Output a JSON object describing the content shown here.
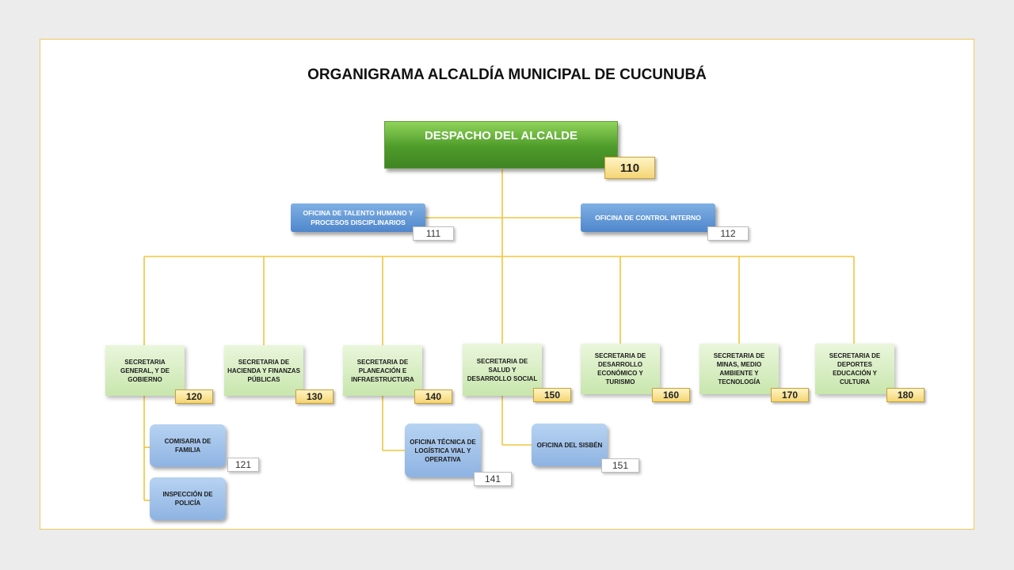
{
  "title": "ORGANIGRAMA ALCALDÍA MUNICIPAL DE CUCUNUBÁ",
  "root": {
    "label": "DESPACHO DEL  ALCALDE",
    "code": "110"
  },
  "offices": [
    {
      "label": "OFICINA DE TALENTO HUMANO Y PROCESOS DISCIPLINARIOS",
      "code": "111"
    },
    {
      "label": "OFICINA DE CONTROL INTERNO",
      "code": "112"
    }
  ],
  "secretarias": [
    {
      "label": "SECRETARIA GENERAL, Y DE GOBIERNO",
      "code": "120"
    },
    {
      "label": "SECRETARIA DE HACIENDA Y FINANZAS PÚBLICAS",
      "code": "130"
    },
    {
      "label": "SECRETARIA DE PLANEACIÓN E INFRAESTRUCTURA",
      "code": "140"
    },
    {
      "label": "SECRETARIA DE SALUD Y DESARROLLO SOCIAL",
      "code": "150"
    },
    {
      "label": "SECRETARIA  DE DESARROLLO ECONÓMICO Y TURISMO",
      "code": "160"
    },
    {
      "label": "SECRETARIA DE MINAS, MEDIO AMBIENTE Y TECNOLOGÍA",
      "code": "170"
    },
    {
      "label": "SECRETARIA DE DEPORTES EDUCACIÓN Y CULTURA",
      "code": "180"
    }
  ],
  "sub_units": [
    {
      "label": "COMISARIA DE FAMILIA",
      "code": "121"
    },
    {
      "label": "INSPECCIÓN DE POLICÍA",
      "code": ""
    },
    {
      "label": "OFICINA TÉCNICA DE LOGÍSTICA VIAL Y OPERATIVA",
      "code": "141"
    },
    {
      "label": "OFICINA DEL SISBÉN",
      "code": "151"
    }
  ],
  "colors": {
    "connector": "#f2c53d",
    "frame": "#f0c75a",
    "root_green": "#4e9b2a",
    "office_blue": "#4f86cc",
    "sec_green": "#c8e6ad",
    "sub_blue": "#8eb3e2"
  }
}
